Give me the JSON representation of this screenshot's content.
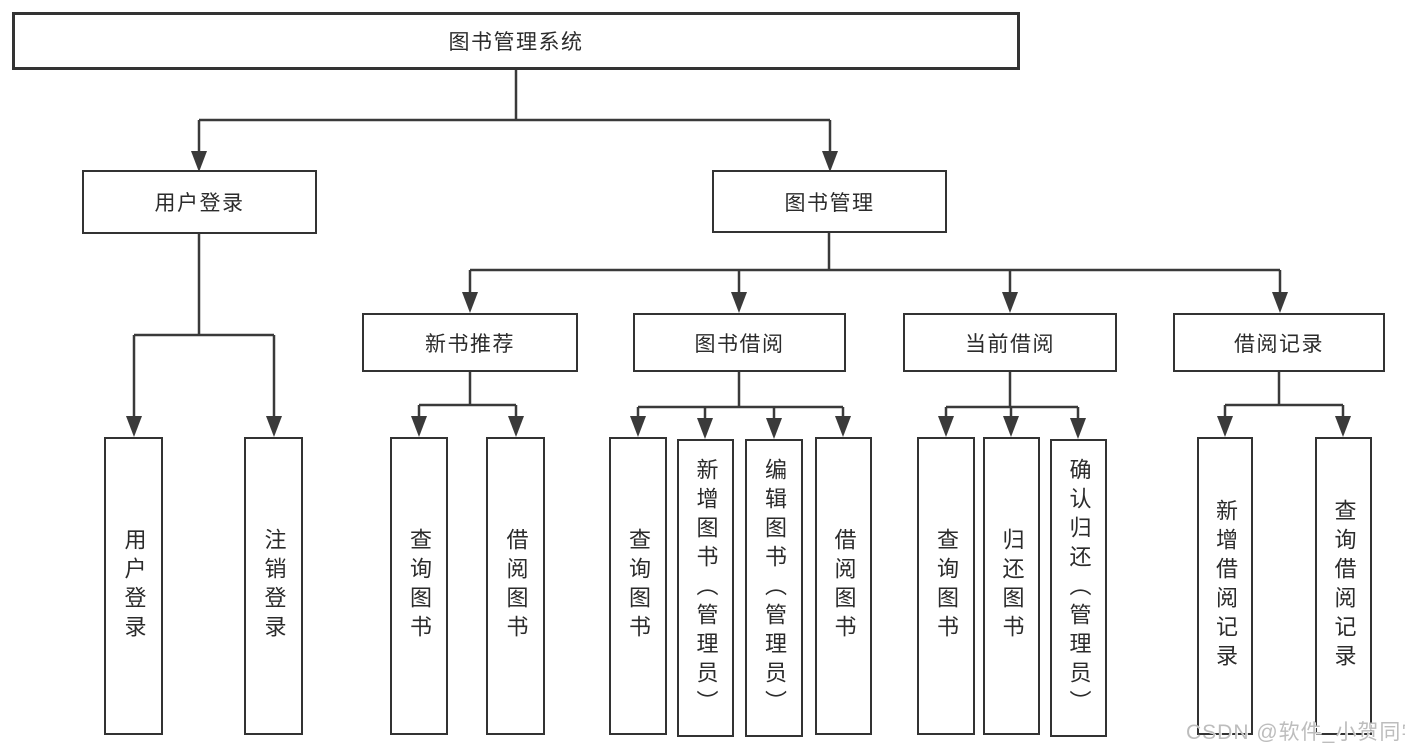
{
  "diagram_type": "hierarchy-tree",
  "colors": {
    "line": "#3a3a3a",
    "box_border": "#333333",
    "text": "#2b2b2b",
    "watermark": "#bdbdbd",
    "background": "#ffffff"
  },
  "tree": {
    "label": "图书管理系统",
    "children": [
      {
        "label": "用户登录",
        "children": [
          {
            "label": "用户登录"
          },
          {
            "label": "注销登录"
          }
        ]
      },
      {
        "label": "图书管理",
        "children": [
          {
            "label": "新书推荐",
            "children": [
              {
                "label": "查询图书"
              },
              {
                "label": "借阅图书"
              }
            ]
          },
          {
            "label": "图书借阅",
            "children": [
              {
                "label": "查询图书"
              },
              {
                "label": "新增图书（管理员）"
              },
              {
                "label": "编辑图书（管理员）"
              },
              {
                "label": "借阅图书"
              }
            ]
          },
          {
            "label": "当前借阅",
            "children": [
              {
                "label": "查询图书"
              },
              {
                "label": "归还图书"
              },
              {
                "label": "确认归还（管理员）"
              }
            ]
          },
          {
            "label": "借阅记录",
            "children": [
              {
                "label": "新增借阅记录"
              },
              {
                "label": "查询借阅记录"
              }
            ]
          }
        ]
      }
    ]
  },
  "watermark": "CSDN @软件_小贺同学"
}
